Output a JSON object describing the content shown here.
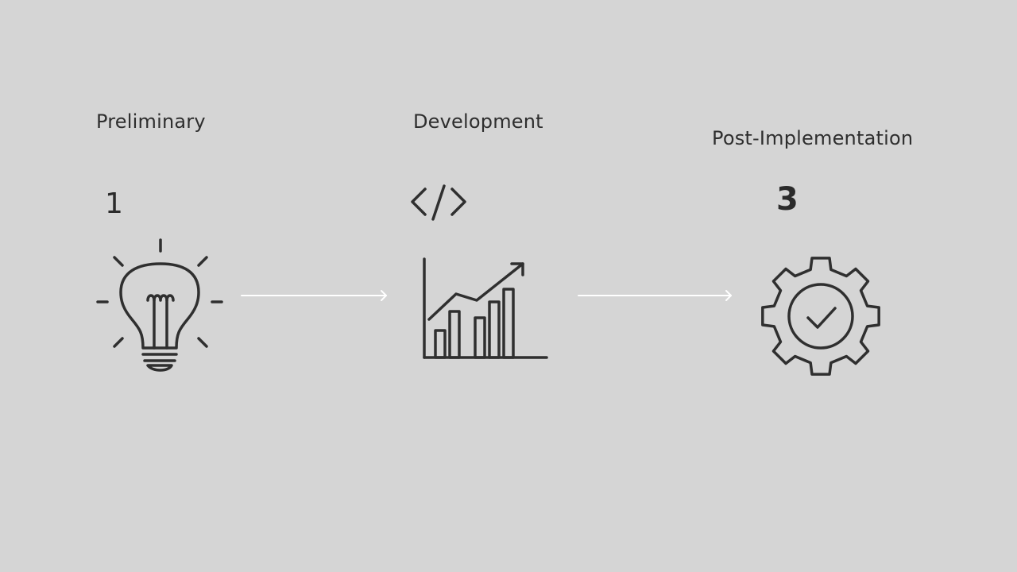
{
  "stages": [
    {
      "title": "Preliminary",
      "marker": "1",
      "marker_icon": "number-one",
      "icon": "lightbulb-icon"
    },
    {
      "title": "Development",
      "marker_icon": "code-brackets-icon",
      "icon": "rising-bar-chart-icon"
    },
    {
      "title": "Post-Implementation",
      "marker": "3",
      "marker_icon": "number-three",
      "icon": "gear-check-icon"
    }
  ],
  "connectors": [
    "arrow-right-icon",
    "arrow-right-icon"
  ],
  "colors": {
    "background": "#d5d5d5",
    "text": "#2e2e2e",
    "icon_stroke": "#2f2f2f",
    "arrow": "#ffffff"
  }
}
